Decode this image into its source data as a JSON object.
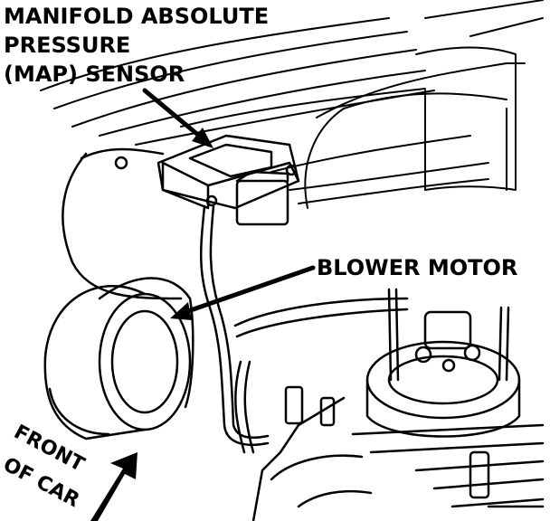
{
  "labels": {
    "map_line1": "MANIFOLD ABSOLUTE",
    "map_line2": "PRESSURE",
    "map_line3": "(MAP) SENSOR",
    "blower": "BLOWER MOTOR",
    "front_line1": "FRONT",
    "front_line2": "OF CAR"
  },
  "colors": {
    "ink": "#000000",
    "paper": "#ffffff"
  }
}
